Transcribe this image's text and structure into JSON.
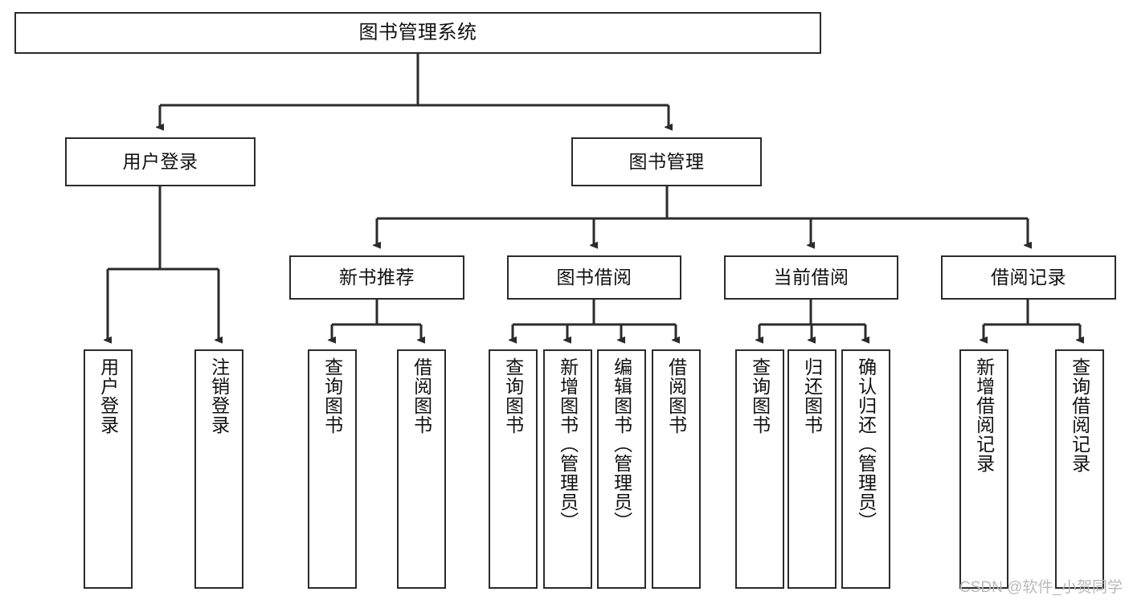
{
  "diagram": {
    "title": "图书管理系统",
    "type": "tree-hierarchy",
    "background_color": "#ffffff",
    "line_color": "#2b2b2b",
    "text_color": "#111111",
    "root": {
      "label": "图书管理系统"
    },
    "level1": [
      {
        "label": "用户登录"
      },
      {
        "label": "图书管理"
      }
    ],
    "level2": [
      {
        "label": "新书推荐"
      },
      {
        "label": "图书借阅"
      },
      {
        "label": "当前借阅"
      },
      {
        "label": "借阅记录"
      }
    ],
    "leaves": {
      "user_login": [
        {
          "label": "用户登录"
        },
        {
          "label": "注销登录"
        }
      ],
      "new_book_recommend": [
        {
          "label": "查询图书"
        },
        {
          "label": "借阅图书"
        }
      ],
      "book_borrow": [
        {
          "label": "查询图书"
        },
        {
          "label": "新增图书（管理员）"
        },
        {
          "label": "编辑图书（管理员）"
        },
        {
          "label": "借阅图书"
        }
      ],
      "current_borrow": [
        {
          "label": "查询图书"
        },
        {
          "label": "归还图书"
        },
        {
          "label": "确认归还（管理员）"
        }
      ],
      "borrow_record": [
        {
          "label": "新增借阅记录"
        },
        {
          "label": "查询借阅记录"
        }
      ]
    },
    "watermark": "CSDN @软件_小贺同学"
  }
}
